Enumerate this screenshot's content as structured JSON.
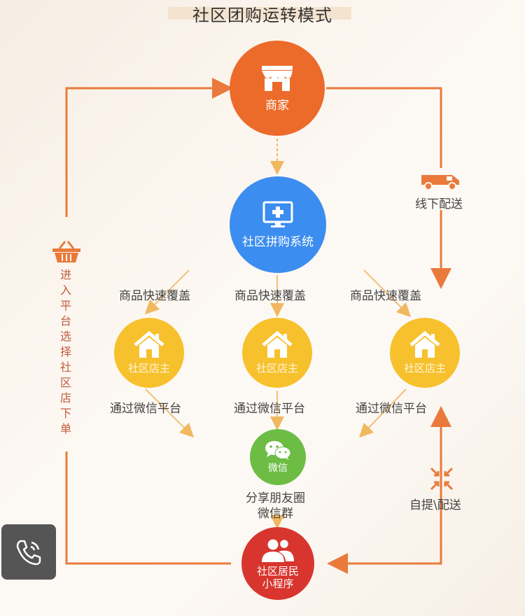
{
  "title": "社区团购运转模式",
  "nodes": {
    "merchant": "商家",
    "system": "社区拼购系统",
    "owner": "社区店主",
    "wechat": "微信",
    "resident": "社区居民",
    "resident_sub": "小程序"
  },
  "labels": {
    "coverage": "商品快速覆盖",
    "via_wechat": "通过微信平台",
    "offline_delivery": "线下配送",
    "share_line1": "分享朋友圈",
    "share_line2": "微信群",
    "pickup_delivery": "自提\\配送",
    "enter_platform": "进入平台选择社区店下单"
  },
  "colors": {
    "merchant": "#ec6b2a",
    "system": "#3b8def",
    "owner": "#f7c12e",
    "wechat": "#6dbd45",
    "resident": "#d8352e",
    "flow_line": "#e97a3b",
    "branch_arrow": "#f0c27a"
  },
  "icons": {
    "merchant": "shop-icon",
    "system": "monitor-plus-icon",
    "owner": "house-icon",
    "wechat": "wechat-icon",
    "resident": "people-icon",
    "truck": "truck-icon",
    "basket": "basket-icon",
    "pickup": "converge-arrows-icon",
    "phone": "phone-icon"
  }
}
